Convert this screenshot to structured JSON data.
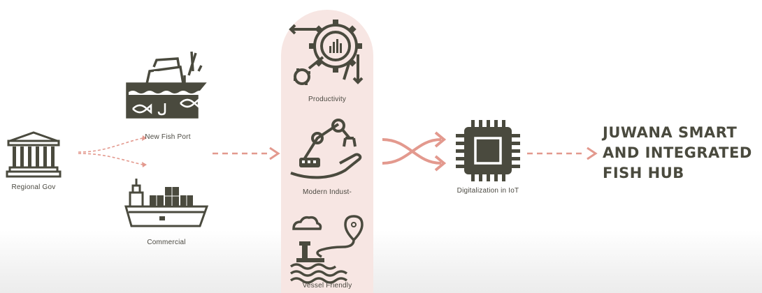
{
  "labels": {
    "regional_gov": "Regional Gov",
    "new_fish_port": "New Fish Port",
    "commercial": "Commercial",
    "productivity": "Productivity",
    "modern_industry": "Modern Indust-",
    "vessel_friendly": "Vessel Friendly",
    "digitalization": "Digitalization in IoT"
  },
  "title": {
    "line1": "JUWANA SMART",
    "line2": "AND INTEGRATED",
    "line3": "FISH HUB"
  },
  "colors": {
    "icon": "#4a4a3e",
    "arrow": "#e3998e",
    "highlight": "#f7e6e3"
  },
  "icons": [
    "government-building-icon",
    "fishing-boat-icon",
    "cargo-ship-icon",
    "productivity-gear-icon",
    "robot-arm-icon",
    "vessel-location-icon",
    "microchip-icon"
  ]
}
